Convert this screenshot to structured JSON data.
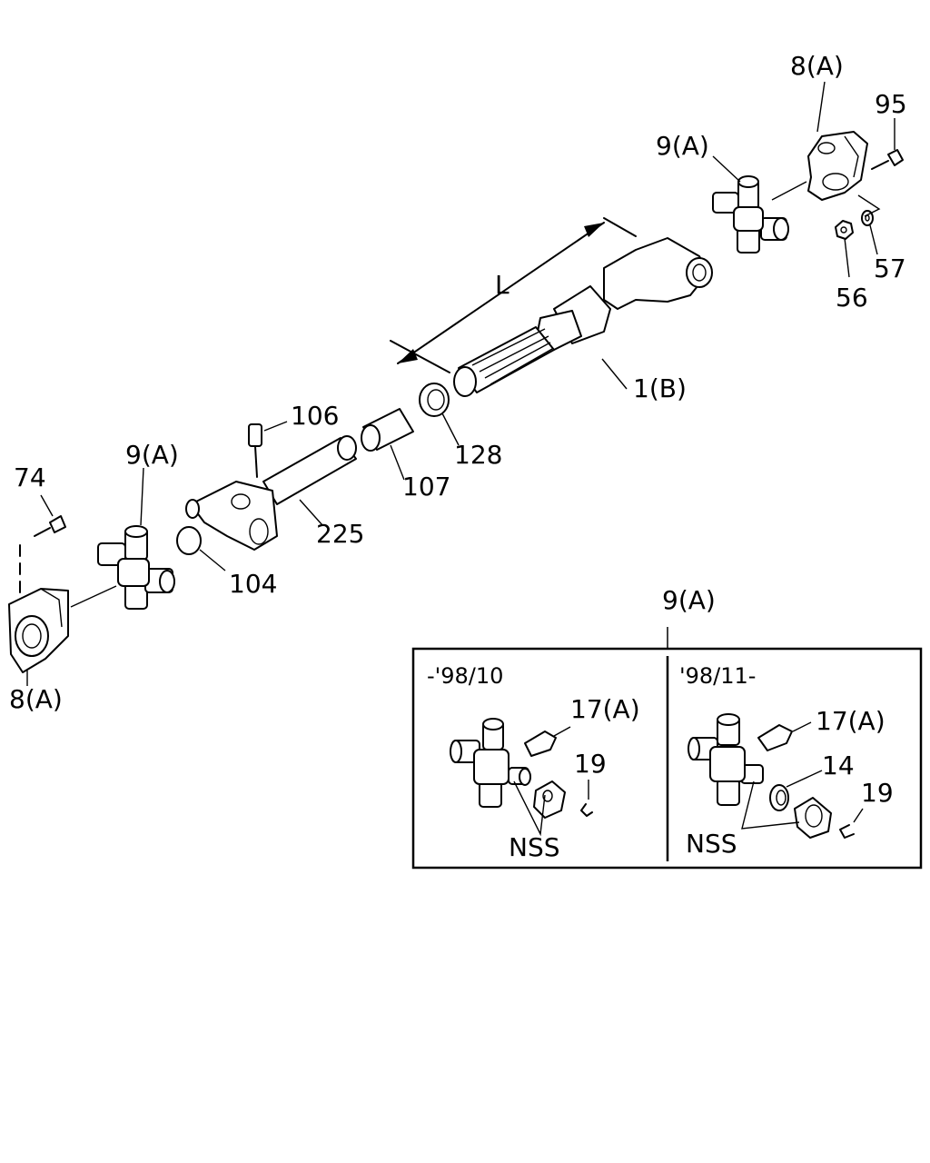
{
  "callouts": {
    "c_8a_top": "8(A)",
    "c_95": "95",
    "c_9a_top": "9(A)",
    "c_57": "57",
    "c_56": "56",
    "c_L": "L",
    "c_1b": "1(B)",
    "c_106": "106",
    "c_128": "128",
    "c_107": "107",
    "c_9a_left": "9(A)",
    "c_74": "74",
    "c_225": "225",
    "c_104": "104",
    "c_8a_bottom": "8(A)",
    "c_9a_inset": "9(A)"
  },
  "inset": {
    "left_panel": {
      "range": "-'98/10",
      "c_17a": "17(A)",
      "c_19": "19",
      "c_nss": "NSS"
    },
    "right_panel": {
      "range": "'98/11-",
      "c_17a": "17(A)",
      "c_14": "14",
      "c_19": "19",
      "c_nss": "NSS"
    }
  },
  "icons": [
    "yoke-flange-icon",
    "universal-joint-icon",
    "spline-shaft-icon",
    "bolt-icon",
    "nut-icon",
    "washer-icon",
    "grease-fitting-icon",
    "sleeve-icon",
    "bearing-cup-icon",
    "snap-ring-icon"
  ],
  "colors": {
    "ink": "#000000",
    "paper": "#ffffff"
  }
}
